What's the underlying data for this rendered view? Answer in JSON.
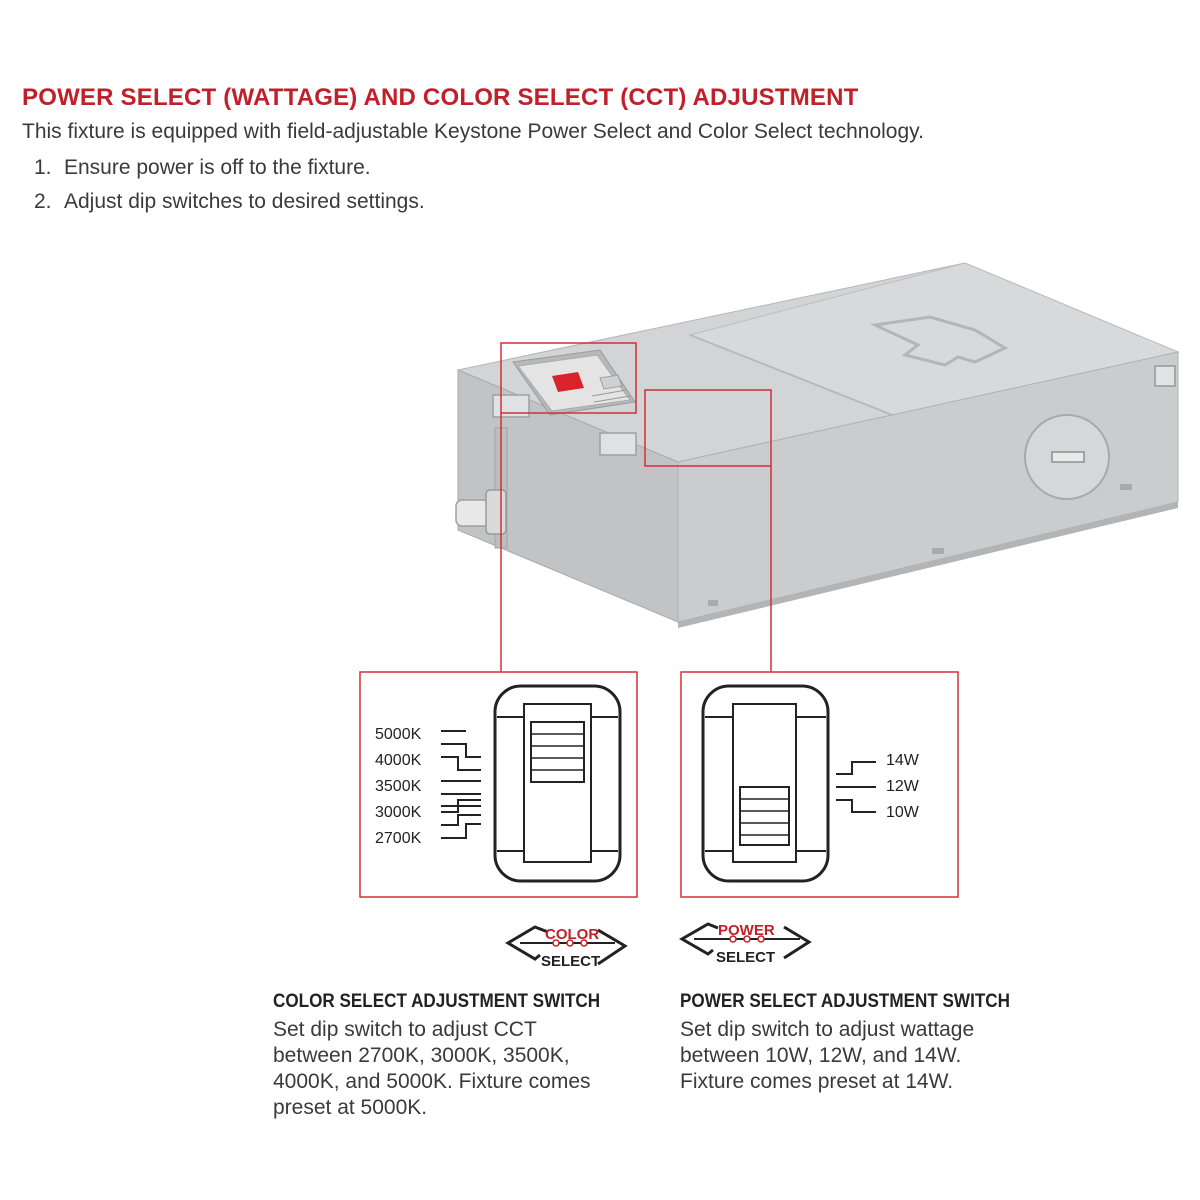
{
  "header": {
    "title": "POWER SELECT (WATTAGE) AND COLOR SELECT (CCT) ADJUSTMENT",
    "intro": "This fixture is equipped with field-adjustable Keystone Power Select and Color Select technology.",
    "steps": [
      {
        "num": "1.",
        "text": "Ensure power is off to the fixture."
      },
      {
        "num": "2.",
        "text": "Adjust dip switches to desired settings."
      }
    ]
  },
  "color_switch": {
    "labels": [
      "5000K",
      "4000K",
      "3500K",
      "3000K",
      "2700K"
    ],
    "logo_top": "COLOR",
    "logo_bottom": "SELECT",
    "caption_title": "COLOR SELECT ADJUSTMENT SWITCH",
    "caption_body": "Set dip switch to adjust CCT between 2700K, 3000K, 3500K, 4000K, and 5000K. Fixture comes preset at 5000K."
  },
  "power_switch": {
    "labels": [
      "14W",
      "12W",
      "10W"
    ],
    "logo_top": "POWER",
    "logo_bottom": "SELECT",
    "caption_title": "POWER SELECT ADJUSTMENT SWITCH",
    "caption_body": "Set dip switch to adjust wattage between 10W, 12W, and 14W. Fixture comes preset at 14W."
  },
  "colors": {
    "accent_red": "#c0202a",
    "housing_gray": "#c9cacb"
  }
}
